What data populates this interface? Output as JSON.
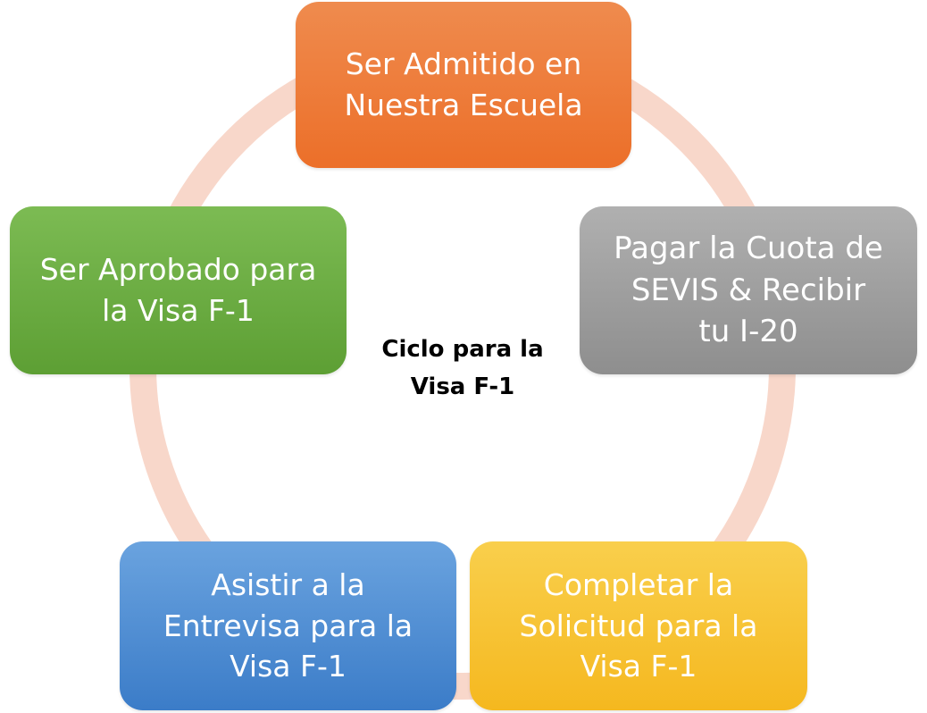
{
  "diagram": {
    "center_label": "Ciclo para la\nVisa F-1",
    "steps": [
      {
        "label": "Ser Admitido en\nNuestra Escuela",
        "color": "#ED7D31"
      },
      {
        "label": "Pagar la Cuota de\nSEVIS & Recibir\ntu I-20",
        "color": "#A5A5A5"
      },
      {
        "label": "Completar la\nSolicitud para la\nVisa F-1",
        "color": "#FFC000"
      },
      {
        "label": "Asistir a la\nEntrevisa para la\nVisa F-1",
        "color": "#5B9BD5"
      },
      {
        "label": "Ser Aprobado para\nla Visa F-1",
        "color": "#70AD47"
      }
    ],
    "ring_color": "#F8D5C7"
  }
}
